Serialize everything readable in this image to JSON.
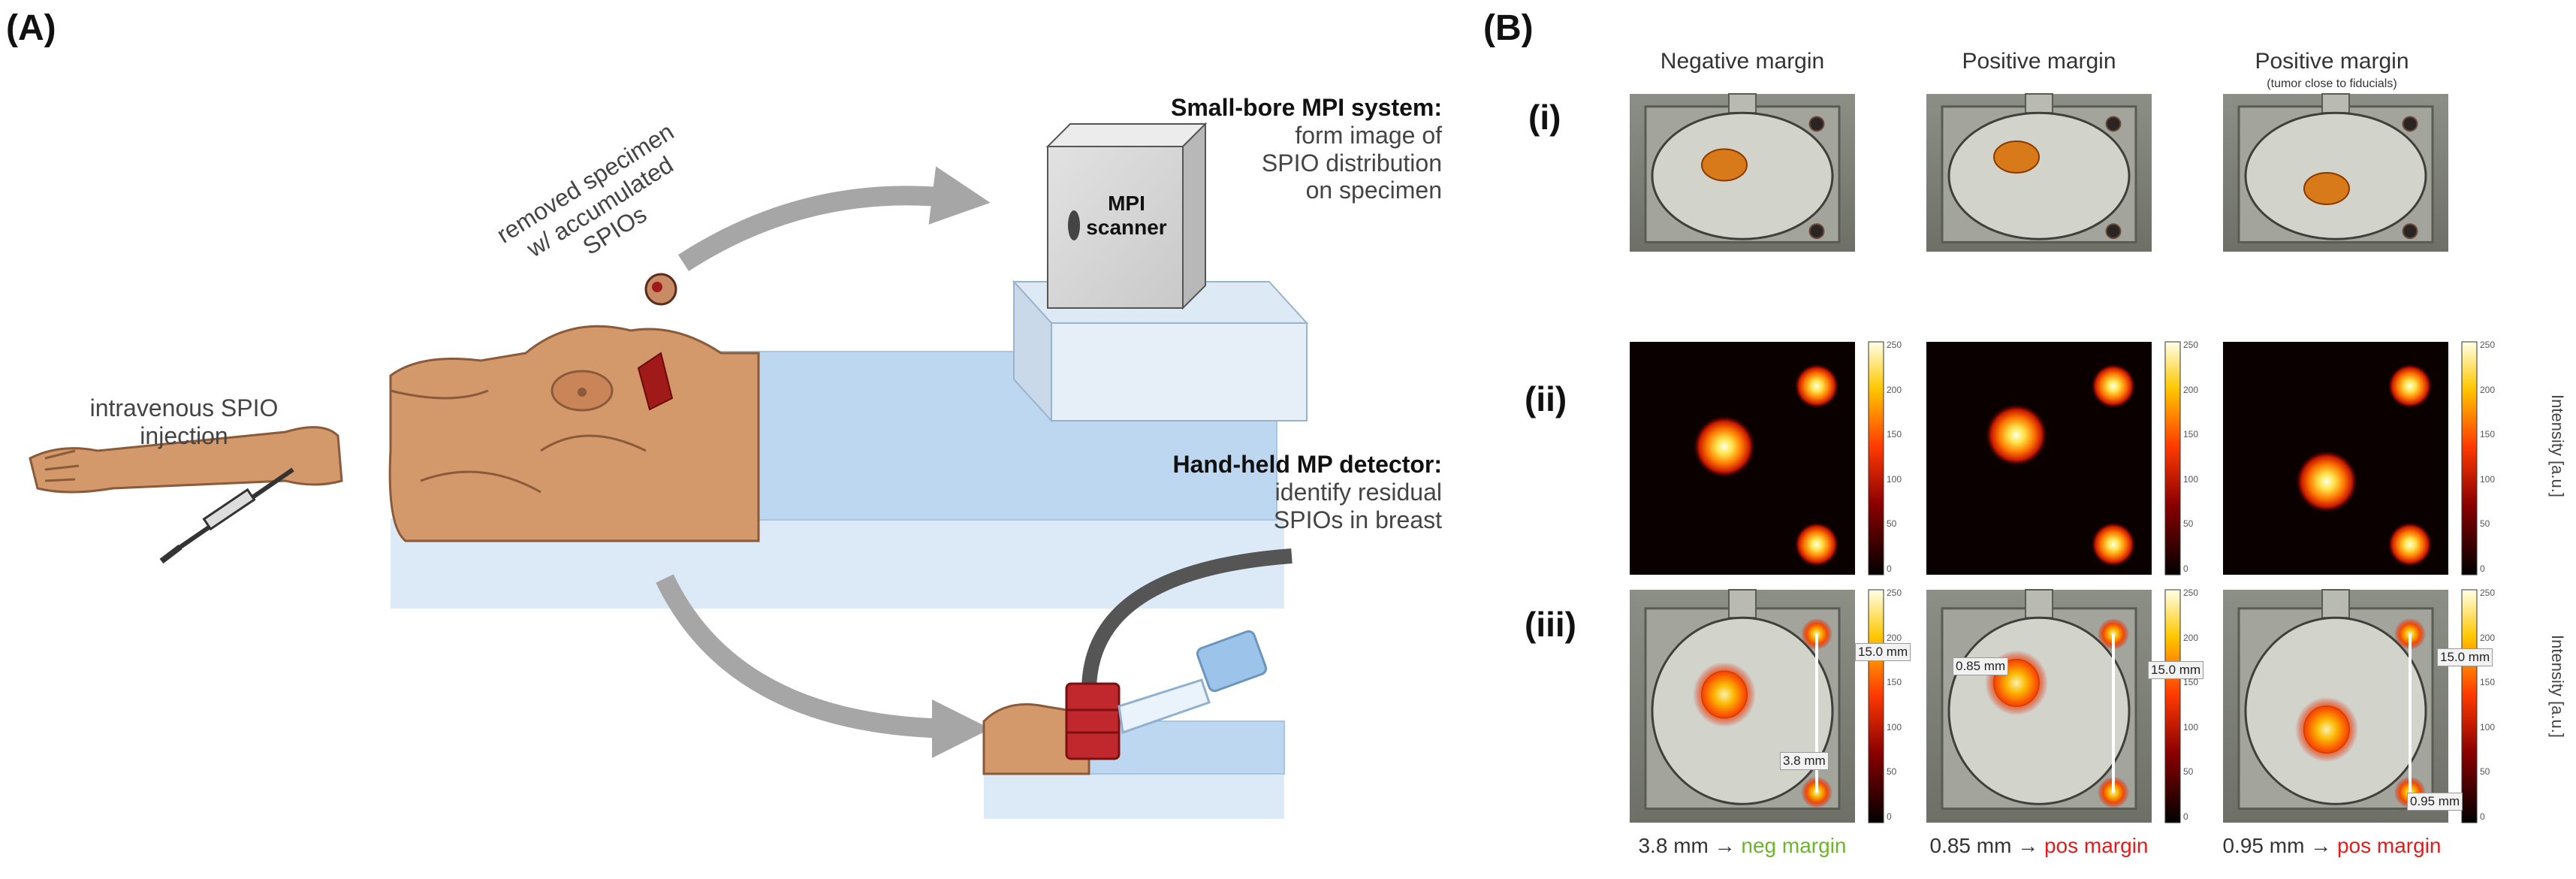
{
  "panelA": {
    "letter": "(A)",
    "injection": [
      "intravenous SPIO",
      "injection"
    ],
    "specimen": [
      "removed specimen",
      "w/ accumulated",
      "SPIOs"
    ],
    "scanner_label": [
      "MPI",
      "scanner"
    ],
    "mpi_system": {
      "title": "Small-bore MPI system:",
      "lines": [
        "form image of",
        "SPIO distribution",
        "on specimen"
      ]
    },
    "detector": {
      "title": "Hand-held MP detector:",
      "lines": [
        "identify residual",
        "SPIOs in breast"
      ]
    }
  },
  "panelB": {
    "letter": "(B)",
    "columns": [
      {
        "title": "Negative margin",
        "subtitle": "",
        "caption_value": "3.8 mm",
        "caption_result": "neg margin",
        "result_color": "#6bb52a"
      },
      {
        "title": "Positive margin",
        "subtitle": "",
        "caption_value": "0.85 mm",
        "caption_result": "pos margin",
        "result_color": "#e41b1b"
      },
      {
        "title": "Positive margin",
        "subtitle": "(tumor close to fiducials)",
        "caption_value": "0.95 mm",
        "caption_result": "pos margin",
        "result_color": "#e41b1b"
      }
    ],
    "rows": [
      "(i)",
      "(ii)",
      "(iii)"
    ],
    "arrow": "→",
    "fiducial_distance": "15.0 mm",
    "margin_measurements": [
      "3.8 mm",
      "0.85 mm",
      "0.95 mm"
    ],
    "colorbar_label": "Intensity [a.u.]",
    "colorbar_ticks": [
      "250",
      "200",
      "150",
      "100",
      "50",
      "0"
    ]
  },
  "colors": {
    "skin": "#d4996a",
    "skin_line": "#8a5a3a",
    "blanket": "#bcd7ef",
    "bed": "#dceaf7",
    "arrow_gray": "#a6a6a6",
    "tumor": "#d97a1a"
  }
}
